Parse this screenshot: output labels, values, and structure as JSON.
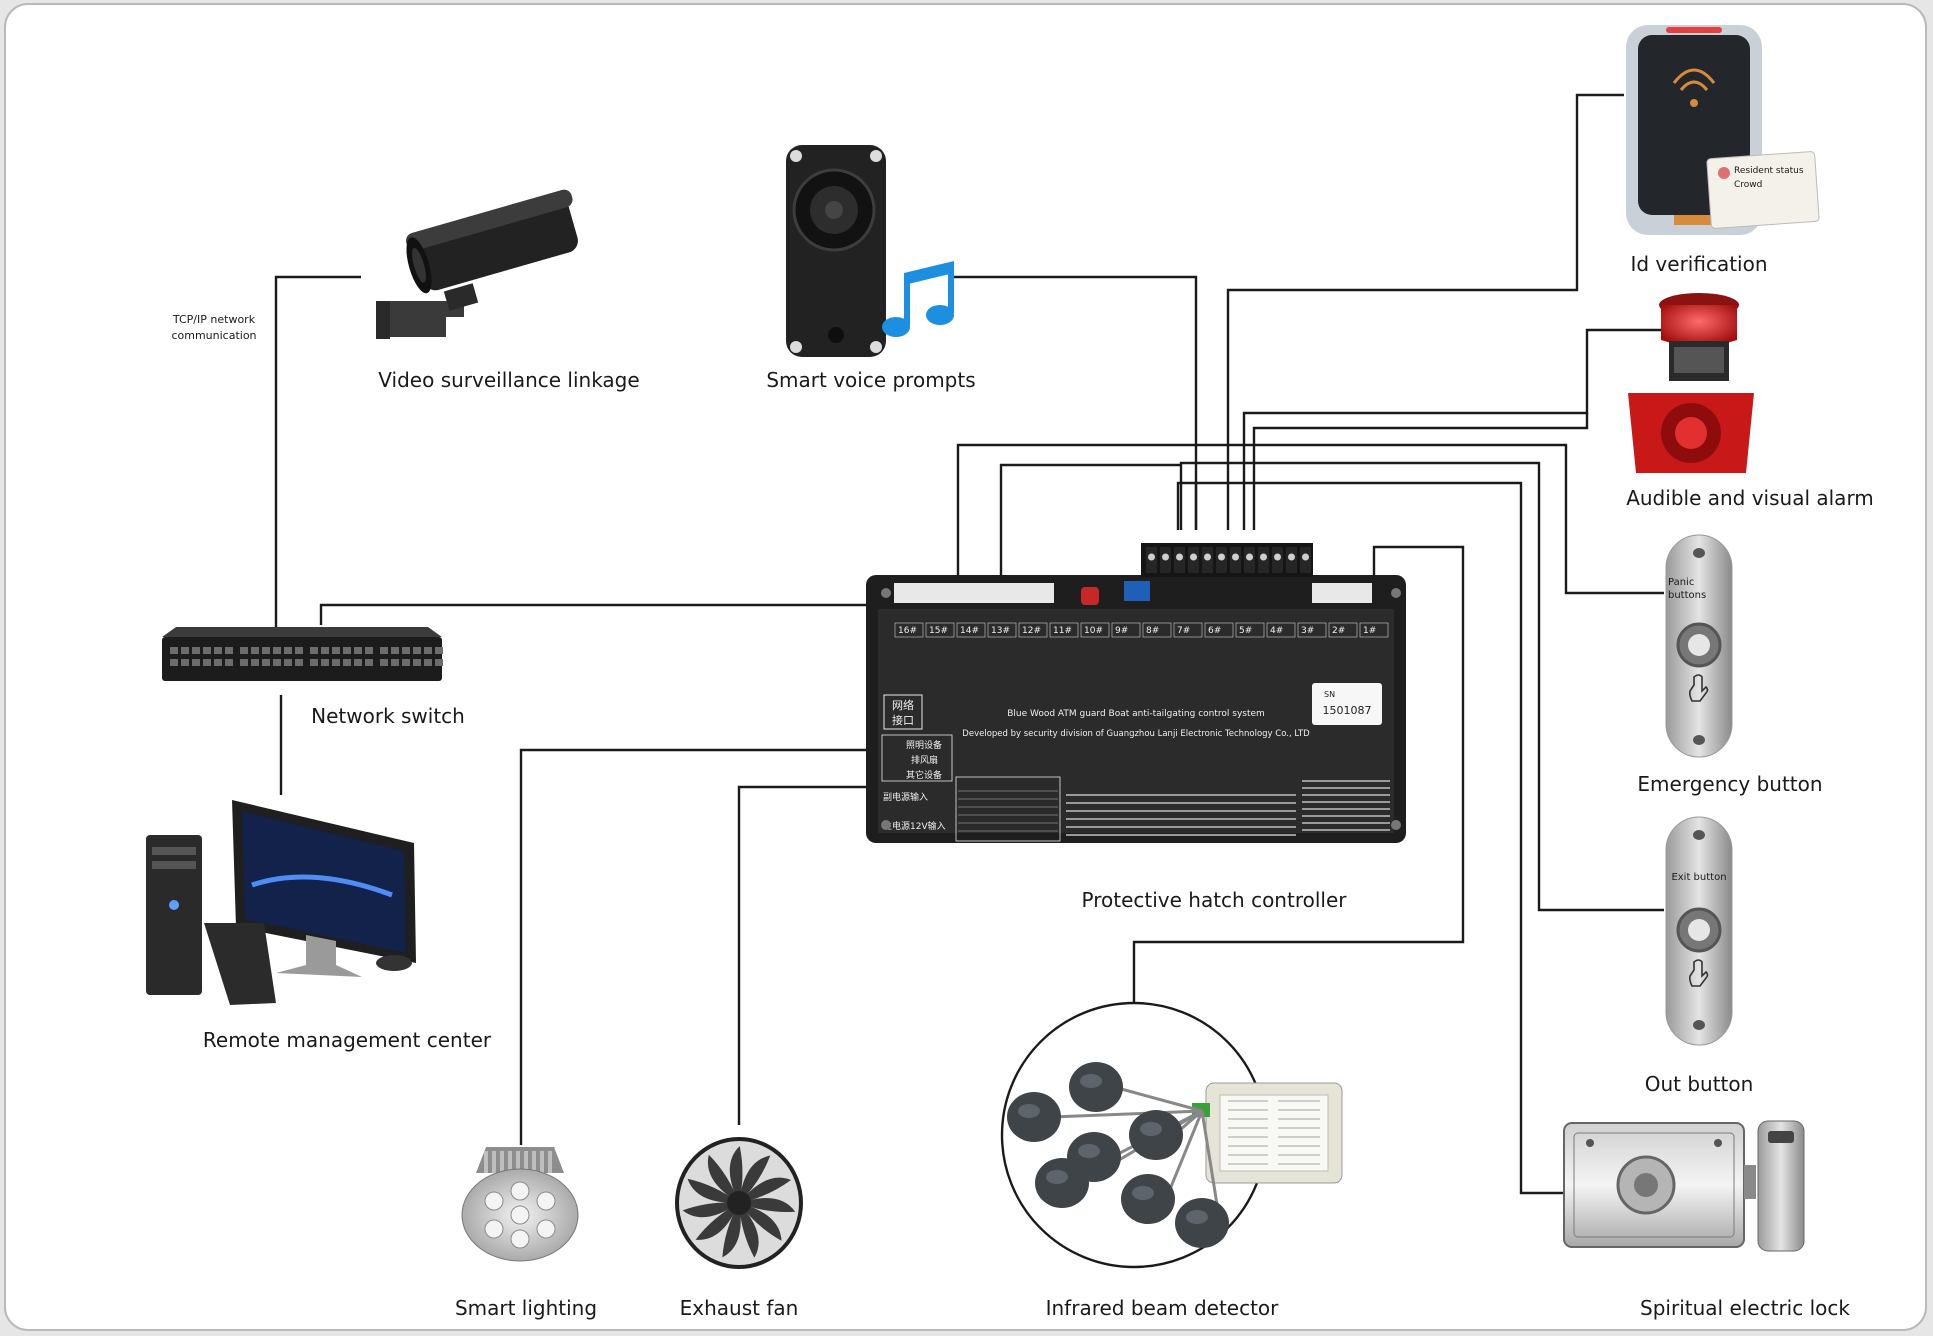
{
  "devices": {
    "camera": {
      "label": "Video surveillance linkage"
    },
    "network_note": {
      "line1": "TCP/IP network",
      "line2": "communication"
    },
    "voice": {
      "label": "Smart voice prompts"
    },
    "id": {
      "label": "Id verification",
      "card_line1": "Resident status",
      "card_line2": "Crowd"
    },
    "alarm": {
      "label": "Audible and visual alarm"
    },
    "emergency": {
      "label": "Emergency button",
      "plate_line1": "Panic",
      "plate_line2": "buttons"
    },
    "out": {
      "label": "Out button",
      "plate_text": "Exit button"
    },
    "lock": {
      "label": "Spiritual electric lock"
    },
    "switch": {
      "label": "Network switch"
    },
    "pc": {
      "label": "Remote management center"
    },
    "controller": {
      "label": "Protective hatch controller",
      "sn_title": "SN",
      "sn_value": "1501087",
      "title_line": "Blue Wood ATM guard Boat anti-tailgating control system",
      "dev_line": "Developed by security division of Guangzhou Lanji Electronic Technology Co., LTD",
      "port_nums": [
        "16#",
        "15#",
        "14#",
        "13#",
        "12#",
        "11#",
        "10#",
        "9#",
        "8#",
        "7#",
        "6#",
        "5#",
        "4#",
        "3#",
        "2#",
        "1#"
      ],
      "net_label": [
        "网络",
        "接口"
      ],
      "out_labels": [
        "照明设备",
        "排风扇",
        "其它设备"
      ],
      "power_labels": [
        "副电源输入",
        "主电源12V输入"
      ]
    },
    "light": {
      "label": "Smart lighting"
    },
    "fan": {
      "label": "Exhaust fan"
    },
    "ir": {
      "label": "Infrared beam detector"
    }
  },
  "colors": {
    "wire": "#1a1a1a",
    "board": "#2b2b2b",
    "note": "#1d8fe0",
    "alarm_red": "#d42020",
    "frame": "#b9b9b9"
  }
}
